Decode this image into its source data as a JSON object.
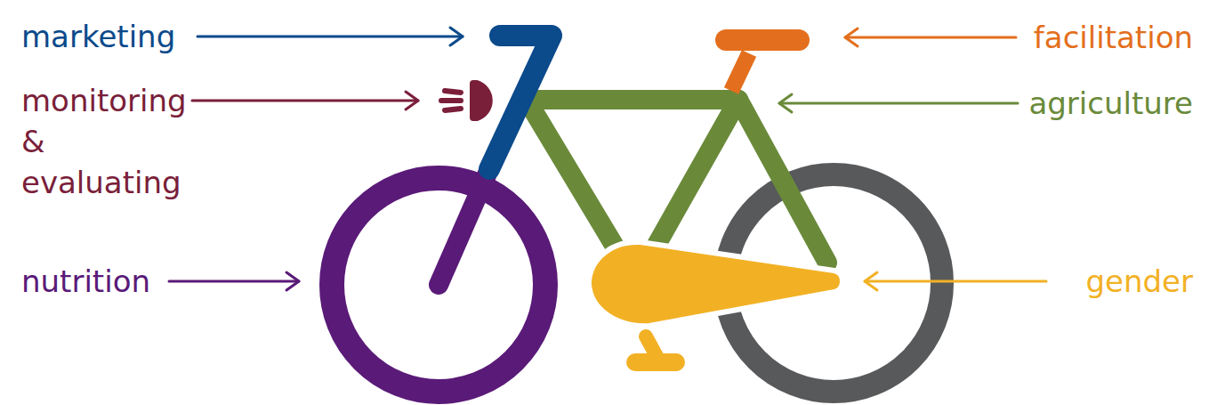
{
  "diagram": {
    "labels": [
      "marketing",
      "monitoring & evaluating",
      "nutrition",
      "facilitation",
      "agriculture",
      "gender"
    ]
  }
}
